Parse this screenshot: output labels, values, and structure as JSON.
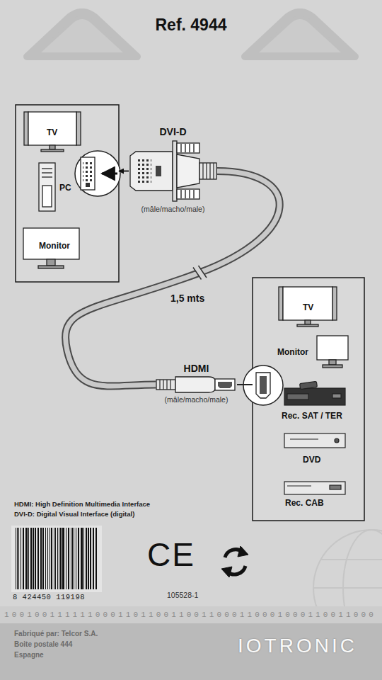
{
  "diagram": {
    "title": "Ref. 4944",
    "nodes": [
      {
        "text": [
          "TV",
          "PC",
          "Monitor"
        ]
      },
      {
        "text": [
          "DVI-D",
          "(mâle/macho/male)"
        ]
      },
      {
        "text": [
          "TV",
          "Monitor",
          "Rec. SAT / TER",
          "DVD",
          "Rec. CAB"
        ]
      },
      {
        "text": [
          "HDMI",
          "(mâle/macho/male)"
        ]
      }
    ],
    "edges": [
      {
        "from": 1,
        "to": 0,
        "arrow": "to"
      },
      {
        "from": 1,
        "to": 3,
        "label": "1,5 mts",
        "arrow": "none"
      },
      {
        "from": 3,
        "to": 2,
        "arrow": "none"
      }
    ],
    "labels": [
      "HDMI: High Definition Multimedia Interface",
      "DVI-D: Digital Visual Interface (digital)",
      "8 424450 119198",
      "CE",
      "105528-1",
      "1001001111110001101100110011000110001000110011000",
      "Fabriqué par: Telcor S.A.",
      "Boite postale 444",
      "Espagne",
      "IOTRONIC"
    ]
  }
}
